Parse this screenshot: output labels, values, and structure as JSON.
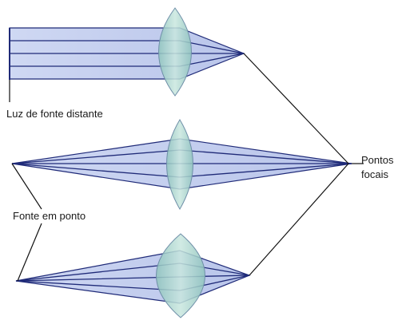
{
  "labels": {
    "distant_source": "Luz de fonte distante",
    "point_source": "Fonte em ponto",
    "focal_points": [
      "Pontos",
      "focais"
    ]
  },
  "colors": {
    "beam_fill": "#c9d4f0",
    "beam_line": "#1f2a78",
    "lens_fill": "#a9d3cc",
    "lens_edge": "#6f8fa8",
    "leader_line": "#111111"
  }
}
